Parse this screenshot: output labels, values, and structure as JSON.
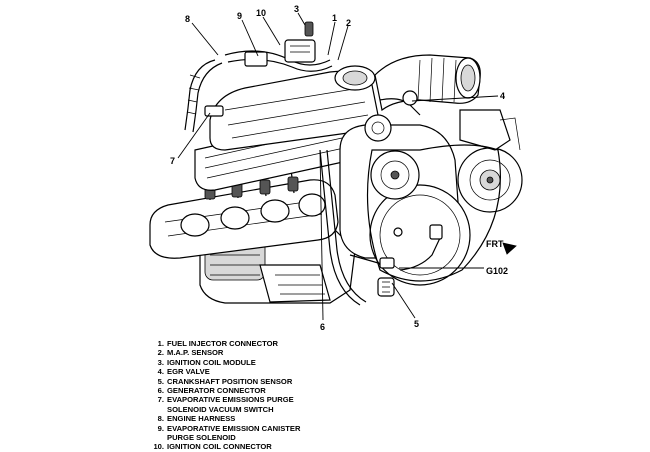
{
  "callouts": [
    {
      "id": "8",
      "label": "8"
    },
    {
      "id": "9",
      "label": "9"
    },
    {
      "id": "10",
      "label": "10"
    },
    {
      "id": "3",
      "label": "3"
    },
    {
      "id": "1",
      "label": "1"
    },
    {
      "id": "2",
      "label": "2"
    },
    {
      "id": "4",
      "label": "4"
    },
    {
      "id": "7",
      "label": "7"
    },
    {
      "id": "6",
      "label": "6"
    },
    {
      "id": "5",
      "label": "5"
    }
  ],
  "frt_label": "FRT",
  "ground_label": "G102",
  "legend": [
    {
      "num": "1.",
      "lines": [
        "FUEL INJECTOR CONNECTOR"
      ]
    },
    {
      "num": "2.",
      "lines": [
        "M.A.P. SENSOR"
      ]
    },
    {
      "num": "3.",
      "lines": [
        "IGNITION COIL MODULE"
      ]
    },
    {
      "num": "4.",
      "lines": [
        "EGR VALVE"
      ]
    },
    {
      "num": "5.",
      "lines": [
        "CRANKSHAFT POSITION SENSOR"
      ]
    },
    {
      "num": "6.",
      "lines": [
        "GENERATOR CONNECTOR"
      ]
    },
    {
      "num": "7.",
      "lines": [
        "EVAPORATIVE  EMISSIONS PURGE",
        "SOLENOID VACUUM SWITCH"
      ]
    },
    {
      "num": "8.",
      "lines": [
        "ENGINE HARNESS"
      ]
    },
    {
      "num": "9.",
      "lines": [
        "EVAPORATIVE EMISSION CANISTER",
        "PURGE SOLENOID"
      ]
    },
    {
      "num": "10.",
      "lines": [
        "IGNITION COIL CONNECTOR"
      ]
    }
  ]
}
